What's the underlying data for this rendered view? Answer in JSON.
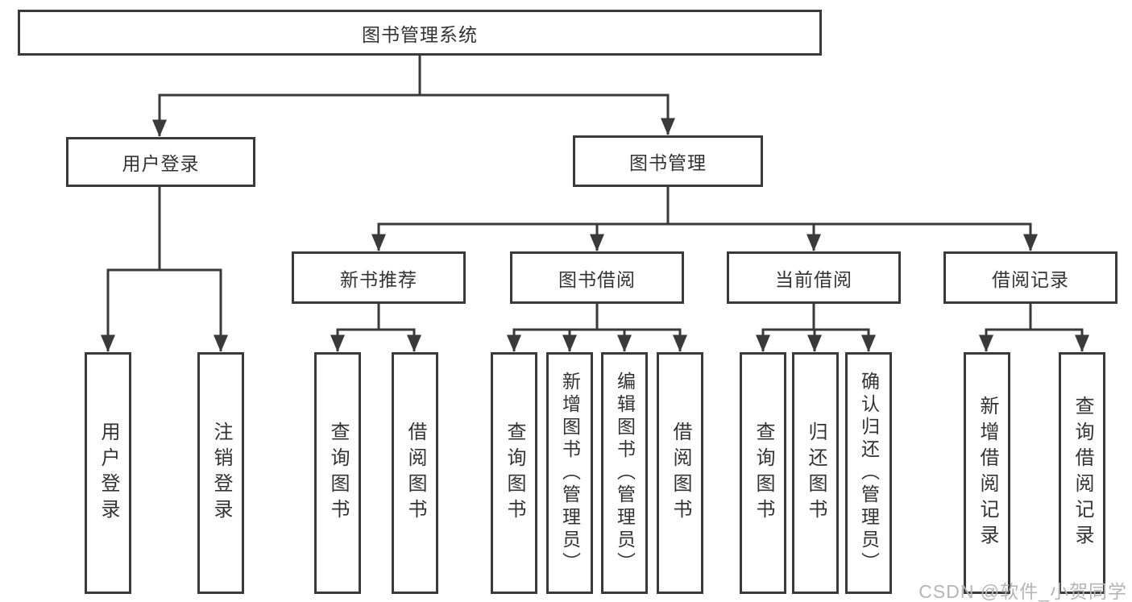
{
  "tree": {
    "root": {
      "label": "图书管理系统"
    },
    "children": [
      {
        "label": "用户登录",
        "children": [
          {
            "label": "用户登录"
          },
          {
            "label": "注销登录"
          }
        ]
      },
      {
        "label": "图书管理",
        "children": [
          {
            "label": "新书推荐",
            "children": [
              {
                "label": "查询图书"
              },
              {
                "label": "借阅图书"
              }
            ]
          },
          {
            "label": "图书借阅",
            "children": [
              {
                "label": "查询图书"
              },
              {
                "label": "新增图书（管理员）"
              },
              {
                "label": "编辑图书（管理员）"
              },
              {
                "label": "借阅图书"
              }
            ]
          },
          {
            "label": "当前借阅",
            "children": [
              {
                "label": "查询图书"
              },
              {
                "label": "归还图书"
              },
              {
                "label": "确认归还（管理员）"
              }
            ]
          },
          {
            "label": "借阅记录",
            "children": [
              {
                "label": "新增借阅记录"
              },
              {
                "label": "查询借阅记录"
              }
            ]
          }
        ]
      }
    ]
  },
  "watermark": {
    "text": "CSDN @软件_小贺同学"
  },
  "colors": {
    "line": "#3a3a3a",
    "text": "#333333",
    "watermark": "#b5b5b5",
    "background": "#ffffff"
  }
}
